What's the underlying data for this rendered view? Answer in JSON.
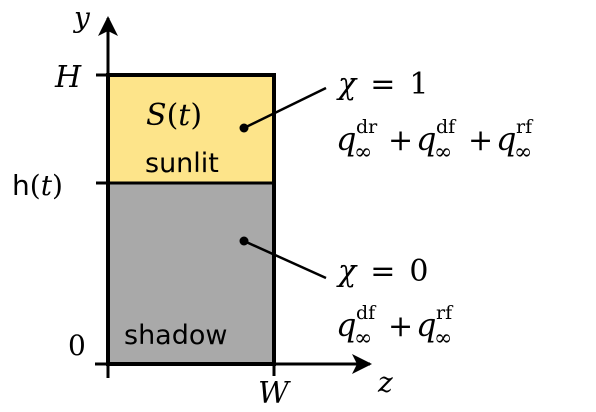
{
  "axes": {
    "y_label": "y",
    "z_label": "z",
    "tick_H": "H",
    "tick_h_func": "h",
    "tick_h_arg": "t",
    "tick_zero": "0",
    "tick_W": "W"
  },
  "regions": {
    "sunlit": {
      "func": "S",
      "arg": "t",
      "label": "sunlit",
      "color": "#fde48a",
      "chi_value": "1",
      "flux_terms": [
        "dr",
        "df",
        "rf"
      ]
    },
    "shadow": {
      "label": "shadow",
      "color": "#a9a9a9",
      "chi_value": "0",
      "flux_terms": [
        "df",
        "rf"
      ]
    }
  },
  "symbols": {
    "chi": "χ",
    "equals": "=",
    "q": "q",
    "infinity": "∞",
    "plus": "+"
  }
}
